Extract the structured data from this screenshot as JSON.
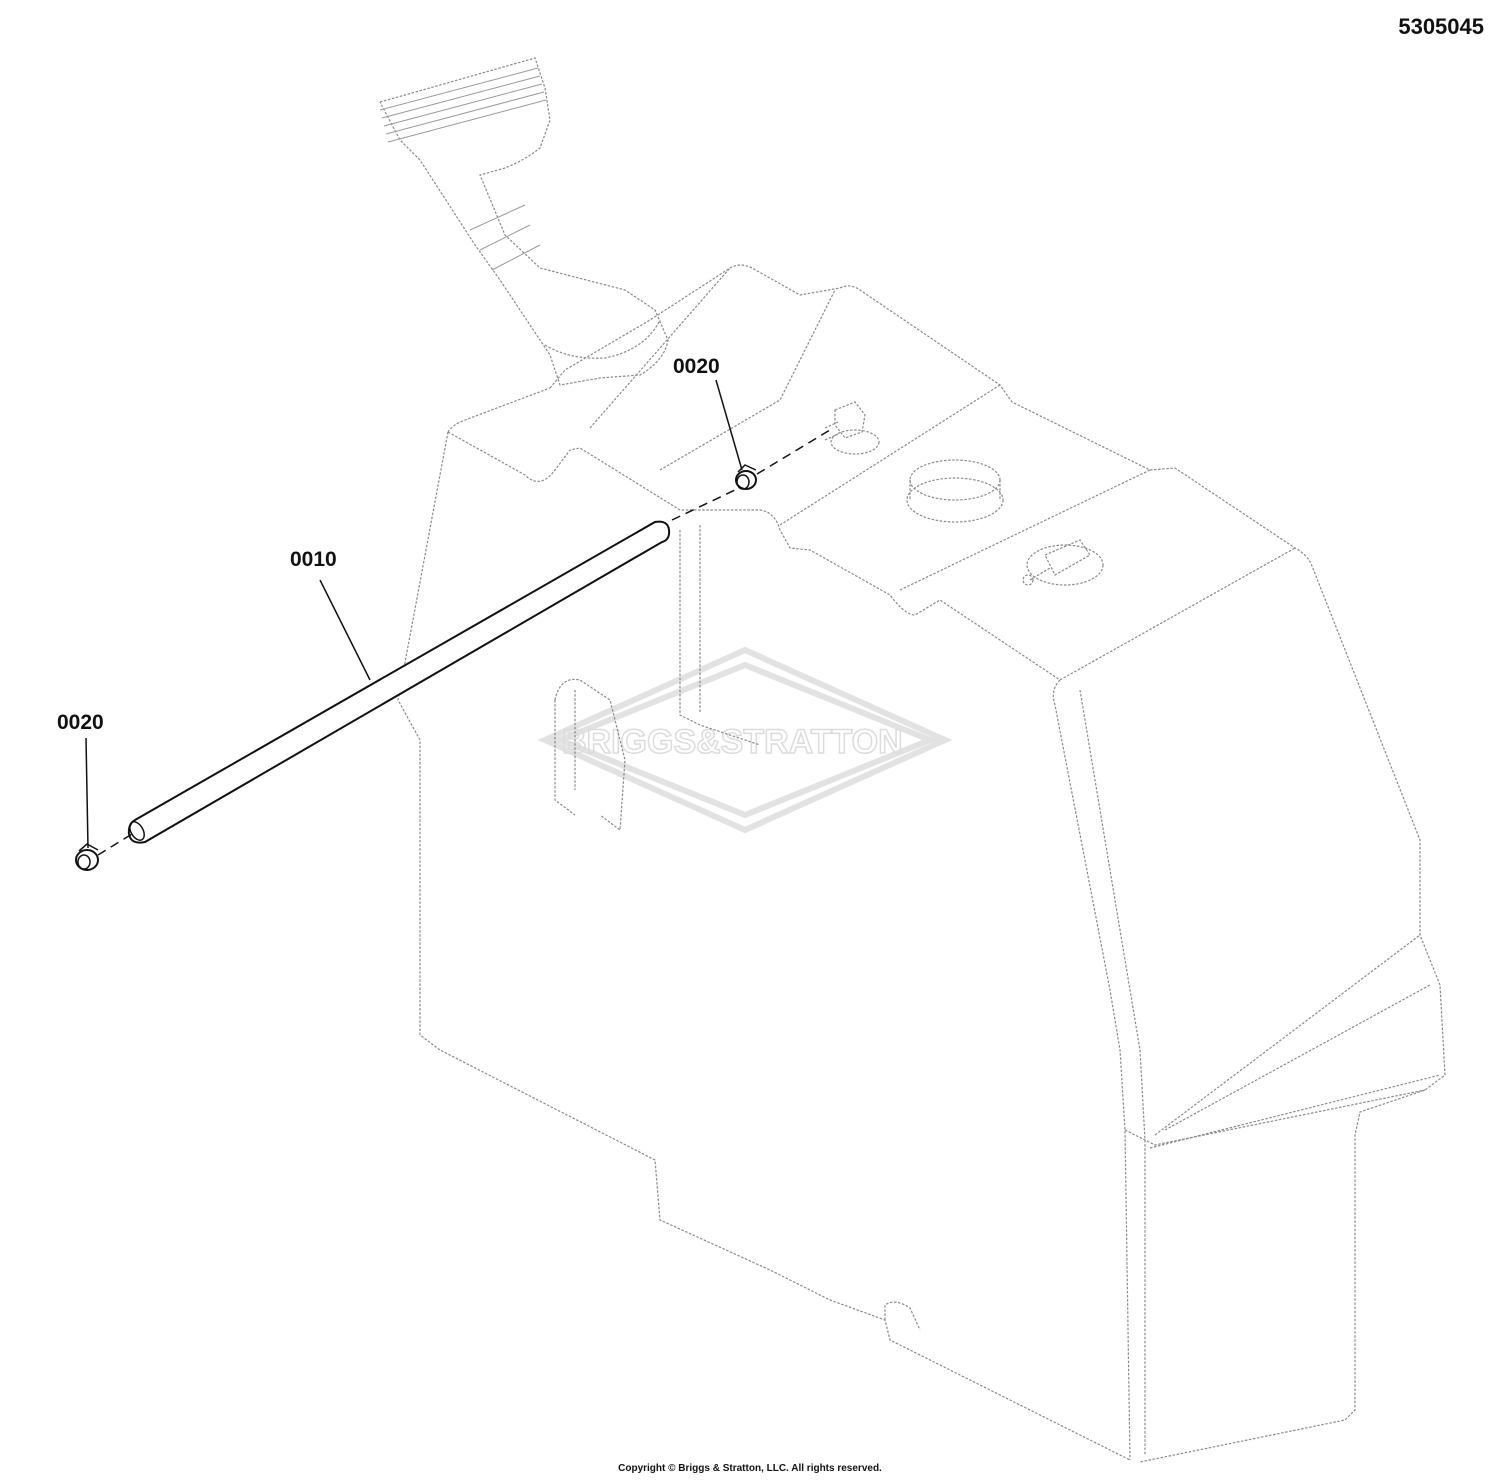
{
  "document": {
    "number": "5305045",
    "copyright": "Copyright © Briggs & Stratton, LLC. All rights reserved."
  },
  "callouts": [
    {
      "id": "0010",
      "label": "0010"
    },
    {
      "id": "0020-upper",
      "label": "0020"
    },
    {
      "id": "0020-lower",
      "label": "0020"
    }
  ],
  "watermark": {
    "brand_text": "BRIGGS&STRATTON"
  },
  "colors": {
    "outline": "#111111",
    "tank_line": "#8a8a8a",
    "watermark": "#e0e0e0"
  }
}
